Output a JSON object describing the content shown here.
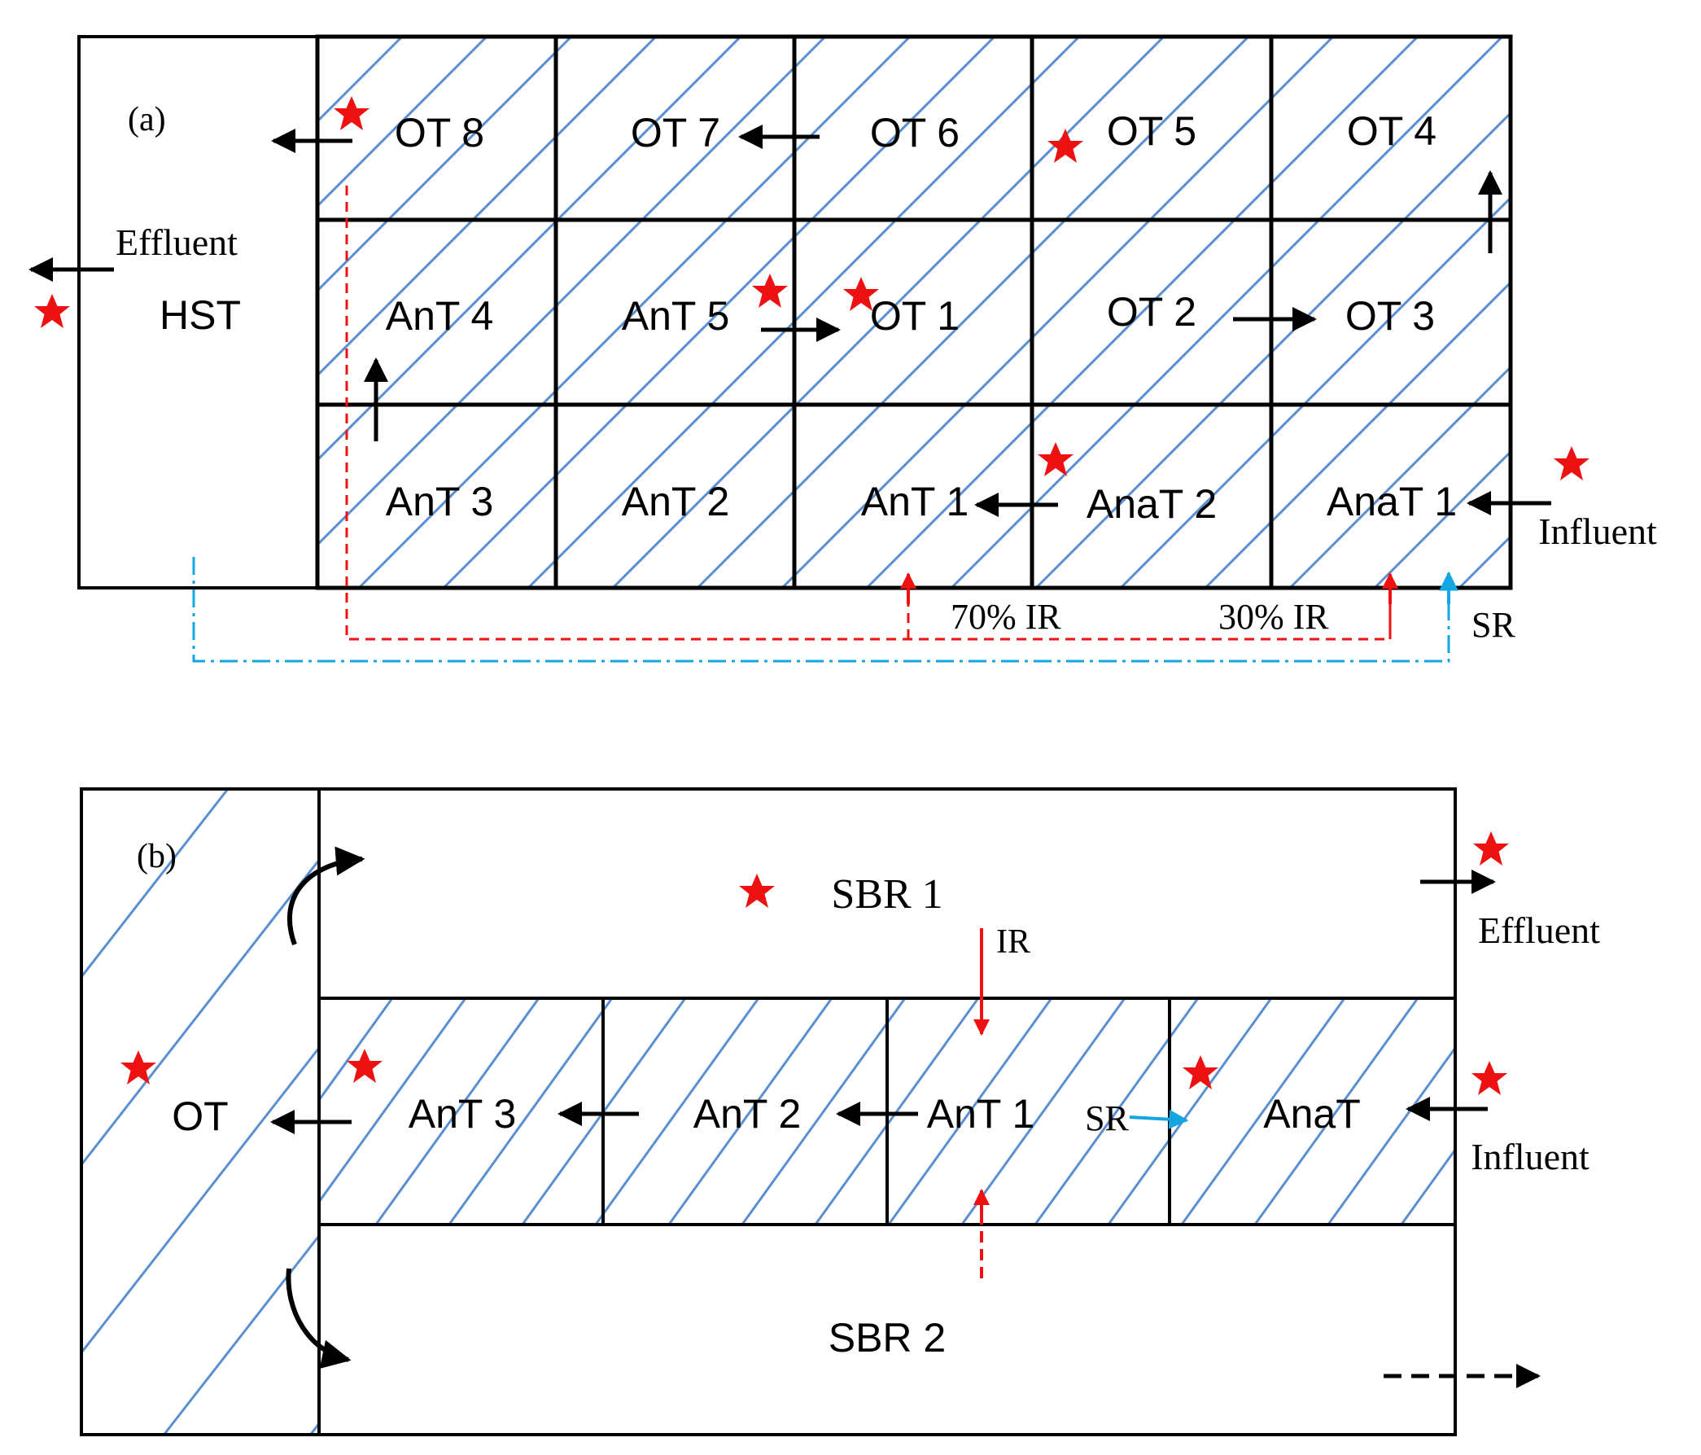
{
  "panel_a": {
    "label": "(a)",
    "hst": "HST",
    "tanks": {
      "ot8": "OT 8",
      "ot7": "OT 7",
      "ot6": "OT 6",
      "ot5": "OT 5",
      "ot4": "OT 4",
      "ant4": "AnT 4",
      "ant5": "AnT 5",
      "ot1": "OT 1",
      "ot2": "OT 2",
      "ot3": "OT 3",
      "ant3": "AnT 3",
      "ant2": "AnT 2",
      "ant1": "AnT 1",
      "anat2": "AnaT 2",
      "anat1": "AnaT 1"
    },
    "effluent": "Effluent",
    "influent": "Influent",
    "ir70": "70% IR",
    "ir30": "30% IR",
    "sr": "SR"
  },
  "panel_b": {
    "label": "(b)",
    "sbr1": "SBR 1",
    "sbr2": "SBR 2",
    "ot": "OT",
    "ant3": "AnT 3",
    "ant2": "AnT 2",
    "ant1": "AnT 1",
    "anat": "AnaT",
    "effluent": "Effluent",
    "influent": "Influent",
    "ir": "IR",
    "sr": "SR"
  },
  "colors": {
    "hatch": "#5b8fd0",
    "star": "#ee1111",
    "ir_line": "#ee1111",
    "sr_line": "#14a6e0",
    "line": "#000000"
  }
}
